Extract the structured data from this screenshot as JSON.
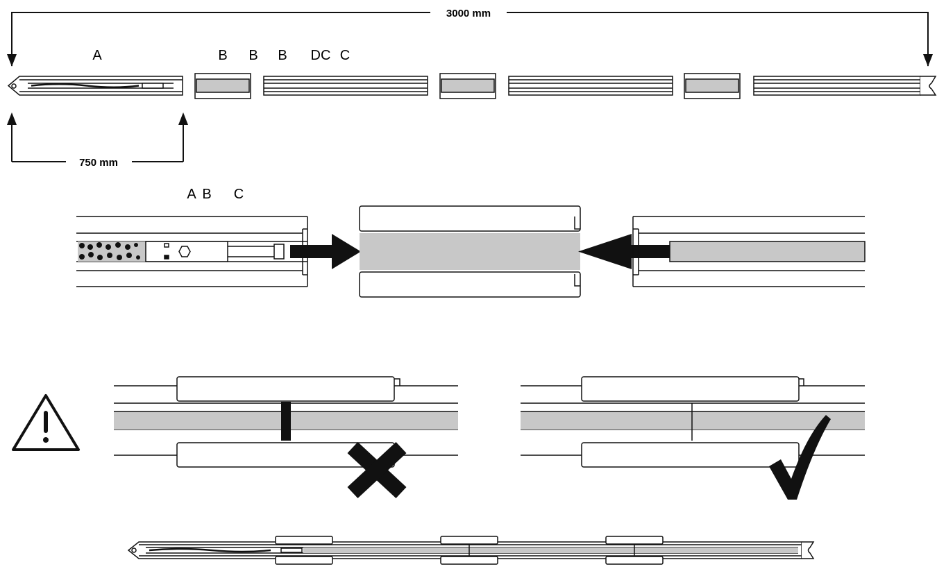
{
  "dimensions": {
    "total_length": "3000 mm",
    "first_segment_length": "750 mm"
  },
  "top_labels": {
    "a": "A",
    "b1": "B",
    "b2": "B",
    "b3": "B",
    "dc": "DC",
    "c": "C"
  },
  "detail_labels": {
    "a": "A",
    "b": "B",
    "c": "C"
  },
  "icons": {
    "warning": "warning-triangle-icon",
    "incorrect": "cross-icon",
    "correct": "checkmark-icon"
  },
  "colors": {
    "line": "#111111",
    "fill": "#c8c8c8",
    "background": "#ffffff"
  }
}
